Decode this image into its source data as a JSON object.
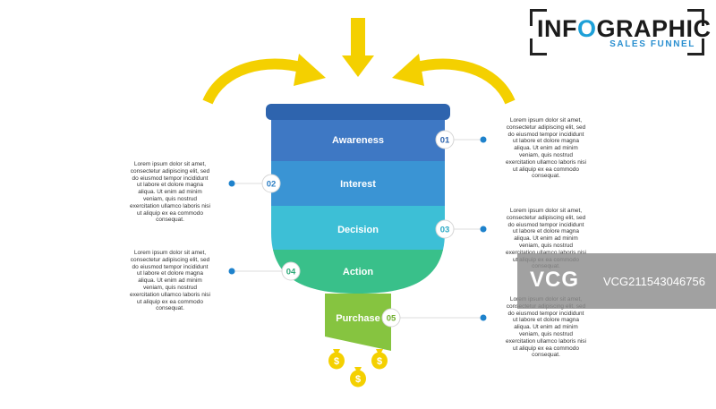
{
  "header": {
    "title_part1": "INF",
    "title_o": "O",
    "title_part2": "GRAPHIC",
    "subtitle": "SALES FUNNEL"
  },
  "colors": {
    "arrow": "#f4d000",
    "rim": "#2e64ae",
    "awareness": "#3e78c4",
    "interest": "#3a94d4",
    "decision": "#3dbfd6",
    "action": "#39c08a",
    "purchase": "#86c440",
    "connector": "#dddddd",
    "dot": "#1e82cc"
  },
  "stages": [
    {
      "label": "Awareness",
      "number": "01"
    },
    {
      "label": "Interest",
      "number": "02"
    },
    {
      "label": "Decision",
      "number": "03"
    },
    {
      "label": "Action",
      "number": "04"
    },
    {
      "label": "Purchase",
      "number": "05"
    }
  ],
  "descriptions": [
    "Lorem ipsum dolor sit amet, consectetur adipiscing elit, sed do eiusmod tempor incididunt ut labore et dolore magna aliqua. Ut enim ad minim veniam, quis nostrud exercitation ullamco laboris nisi ut aliquip ex ea commodo consequat.",
    "Lorem ipsum dolor sit amet, consectetur adipiscing elit, sed do eiusmod tempor incididunt ut labore et dolore magna aliqua. Ut enim ad minim veniam, quis nostrud exercitation ullamco laboris nisi ut aliquip ex ea commodo consequat.",
    "Lorem ipsum dolor sit amet, consectetur adipiscing elit, sed do eiusmod tempor incididunt ut labore et dolore magna aliqua. Ut enim ad minim veniam, quis nostrud exercitation ullamco laboris nisi ut aliquip ex ea commodo consequat.",
    "Lorem ipsum dolor sit amet, consectetur adipiscing elit, sed do eiusmod tempor incididunt ut labore et dolore magna aliqua. Ut enim ad minim veniam, quis nostrud exercitation ullamco laboris nisi ut aliquip ex ea commodo consequat.",
    "Lorem ipsum dolor sit amet, consectetur adipiscing elit, sed do eiusmod tempor incididunt ut labore et dolore magna aliqua. Ut enim ad minim veniam, quis nostrud exercitation ullamco laboris nisi ut aliquip ex ea commodo consequat."
  ],
  "money_symbol": "$",
  "icons": {
    "arrows": "arrow-icon",
    "money": "money-bag-icon"
  },
  "watermark": {
    "logo": "VCG",
    "text": "VCG211543046756"
  }
}
